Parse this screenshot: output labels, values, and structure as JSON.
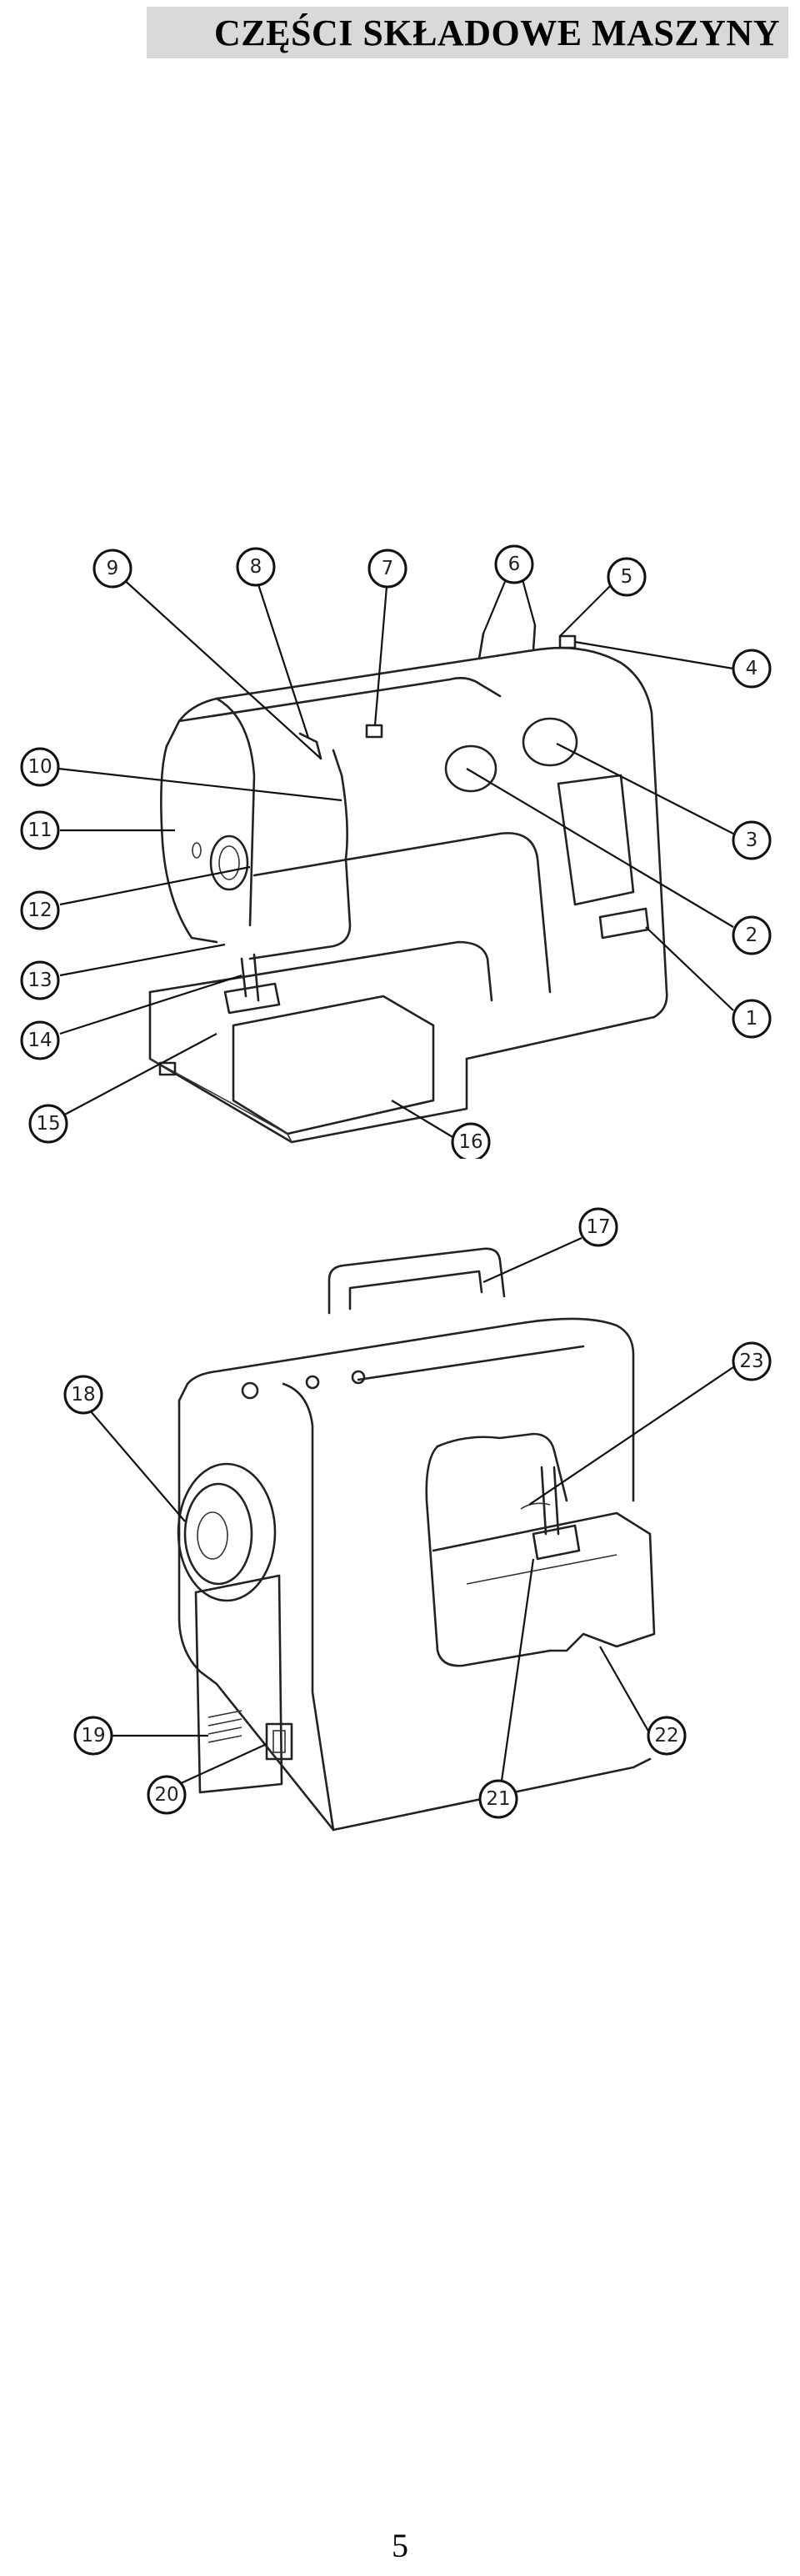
{
  "header": {
    "title": "CZĘŚCI SKŁADOWE MASZYNY"
  },
  "figure_front": {
    "callouts": [
      "1",
      "2",
      "3",
      "4",
      "5",
      "6",
      "7",
      "8",
      "9",
      "10",
      "11",
      "12",
      "13",
      "14",
      "15",
      "16"
    ]
  },
  "figure_back": {
    "callouts": [
      "17",
      "18",
      "19",
      "20",
      "21",
      "22",
      "23"
    ]
  },
  "footer": {
    "page_number": "5"
  }
}
